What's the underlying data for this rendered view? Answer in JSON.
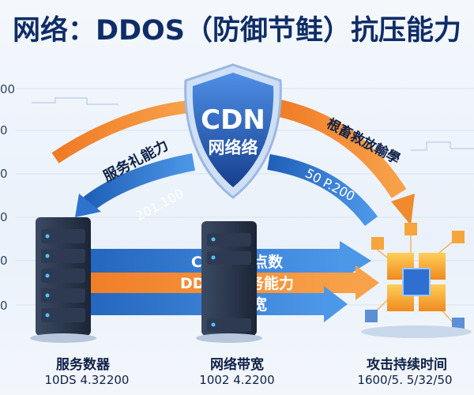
{
  "title": "网络：DDOS（防御节鲑）抗压能力",
  "axis_ticks": [
    "00",
    "0",
    "0",
    "0",
    "0",
    "0"
  ],
  "shield": {
    "title": "CDN",
    "subtitle": "网络络"
  },
  "arrows": {
    "left_label": "服务礼能力",
    "left_value": "201.100",
    "right_label": "根畜救放輸學",
    "right_value": "50 P.200"
  },
  "bands": [
    "CDNS节点数",
    "DDO S服务能力",
    "网络带宽"
  ],
  "bottom": [
    {
      "label": "服务数器",
      "value": "10DS 4.32200"
    },
    {
      "label": "网络带宽",
      "value": "1002 4.2200"
    },
    {
      "label": "攻击持续时间",
      "value": "1600/5.  5/32/50"
    }
  ],
  "colors": {
    "primary_blue": "#1f5fb8",
    "accent_orange": "#f07a25",
    "title": "#0f2d66"
  }
}
